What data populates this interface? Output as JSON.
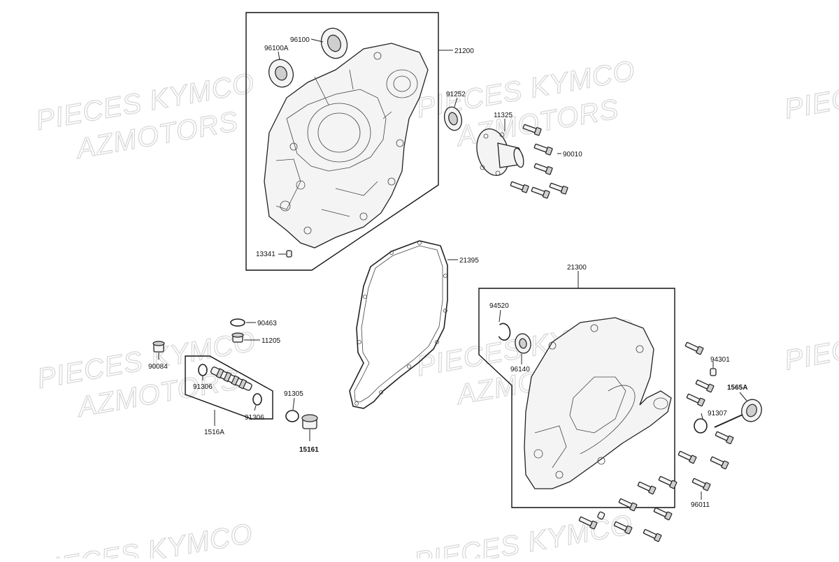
{
  "watermark": {
    "brand": "PIECES KYMCO",
    "dealer": "AZMOTORS"
  },
  "parts": {
    "p21200": "21200",
    "p96100": "96100",
    "p96100A": "96100A",
    "p91252": "91252",
    "p11325": "11325",
    "p90010": "90010",
    "p13341": "13341",
    "p21395": "21395",
    "p21300": "21300",
    "p94520": "94520",
    "p96140": "96140",
    "p90463": "90463",
    "p11205": "11205",
    "p90084": "90084",
    "p91306a": "91306",
    "p91306b": "91306",
    "p1516A": "1516A",
    "p91305": "91305",
    "p15161": "15161",
    "p94301": "94301",
    "p1565A": "1565A",
    "p91307": "91307",
    "p96011": "96011"
  }
}
